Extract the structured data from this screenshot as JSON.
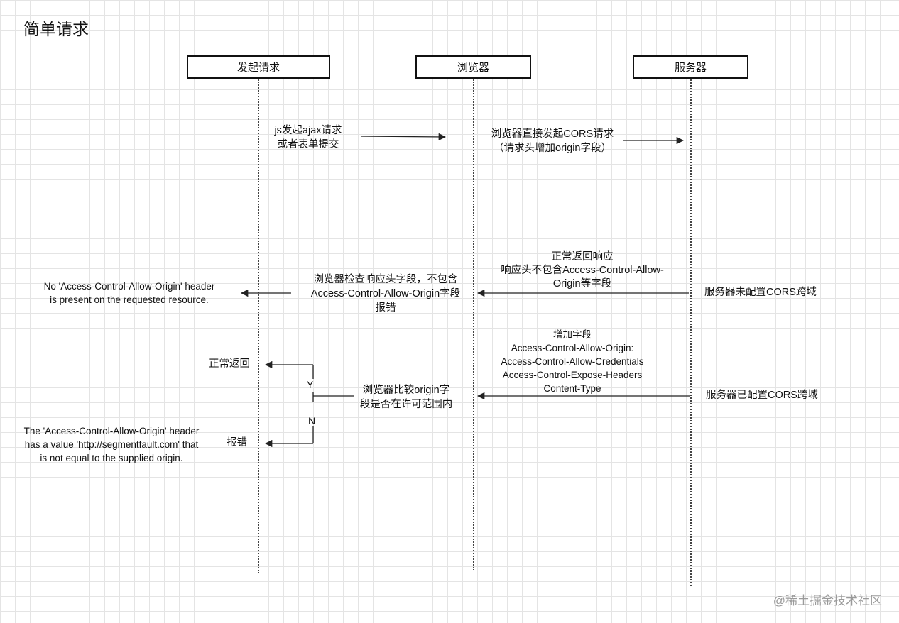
{
  "title": "简单请求",
  "actors": {
    "client": "发起请求",
    "browser": "浏览器",
    "server": "服务器"
  },
  "steps": {
    "js_request": "js发起ajax请求\n或者表单提交",
    "cors_request": "浏览器直接发起CORS请求\n（请求头增加origin字段）",
    "normal_response": "正常返回响应\n响应头不包含Access-Control-Allow-\nOrigin等字段",
    "server_no_cors": "服务器未配置CORS跨域",
    "browser_check": "浏览器检查响应头字段，不包含\nAccess-Control-Allow-Origin字段\n报错",
    "error_no_header": "No 'Access-Control-Allow-Origin' header\nis present on the requested resource.",
    "added_fields": "增加字段\nAccess-Control-Allow-Origin:\nAccess-Control-Allow-Credentials\nAccess-Control-Expose-Headers\nContent-Type",
    "server_cors": "服务器已配置CORS跨域",
    "browser_compare": "浏览器比较origin字\n段是否在许可范围内",
    "yes_label": "Y",
    "no_label": "N",
    "normal_return": "正常返回",
    "error_label": "报错",
    "error_mismatch": "The 'Access-Control-Allow-Origin' header\nhas a value 'http://segmentfault.com' that\nis not equal to the supplied origin."
  },
  "watermark": "@稀土掘金技术社区"
}
